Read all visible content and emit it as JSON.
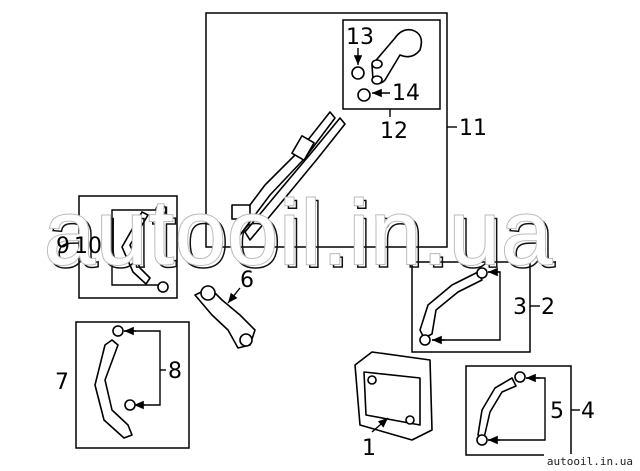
{
  "diagram": {
    "callouts": [
      "1",
      "2",
      "3",
      "4",
      "5",
      "6",
      "7",
      "8",
      "9",
      "10",
      "11",
      "12",
      "13",
      "14"
    ]
  },
  "watermark": "autooil.in.ua",
  "footer": "autooil.in.ua"
}
